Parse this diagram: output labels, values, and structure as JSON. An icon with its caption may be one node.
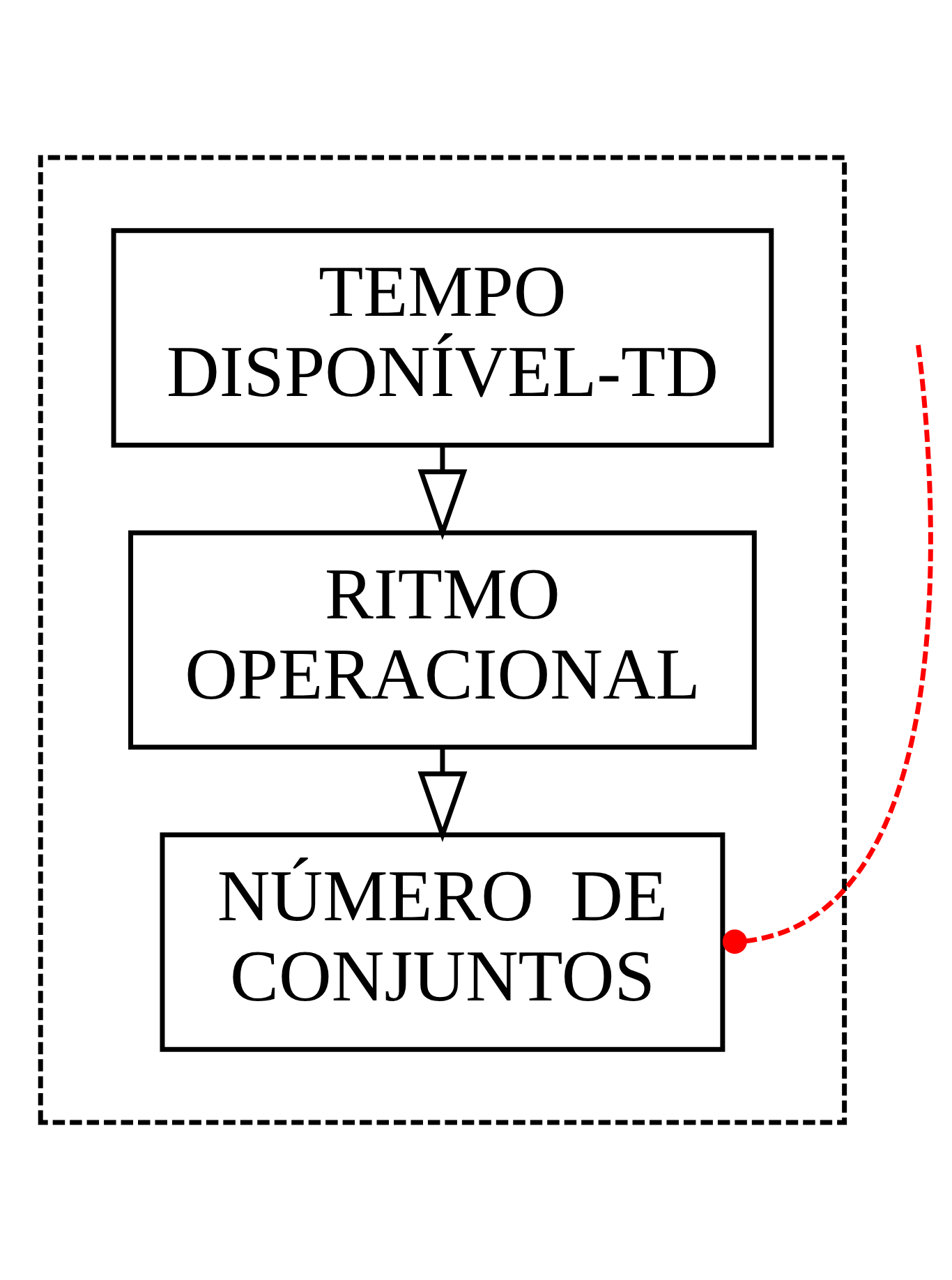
{
  "diagram": {
    "nodes": [
      {
        "text": [],
        "shape": "box"
      },
      {
        "text": [
          "TEMPO DISPONÍVEL-TD"
        ],
        "in": 0
      },
      {
        "text": [
          "RITMO OPERACIONAL"
        ],
        "in": 0
      },
      {
        "text": [
          "NÚMERO  DE CONJUNTOS"
        ],
        "in": 0
      }
    ],
    "edges": [
      {
        "from": 1,
        "to": 2,
        "arrow": "to"
      },
      {
        "from": 2,
        "to": 3,
        "arrow": "to"
      },
      {
        "from": 3,
        "to": null,
        "arrow": "other",
        "style": "dashed",
        "color": "#ff0000"
      }
    ]
  }
}
